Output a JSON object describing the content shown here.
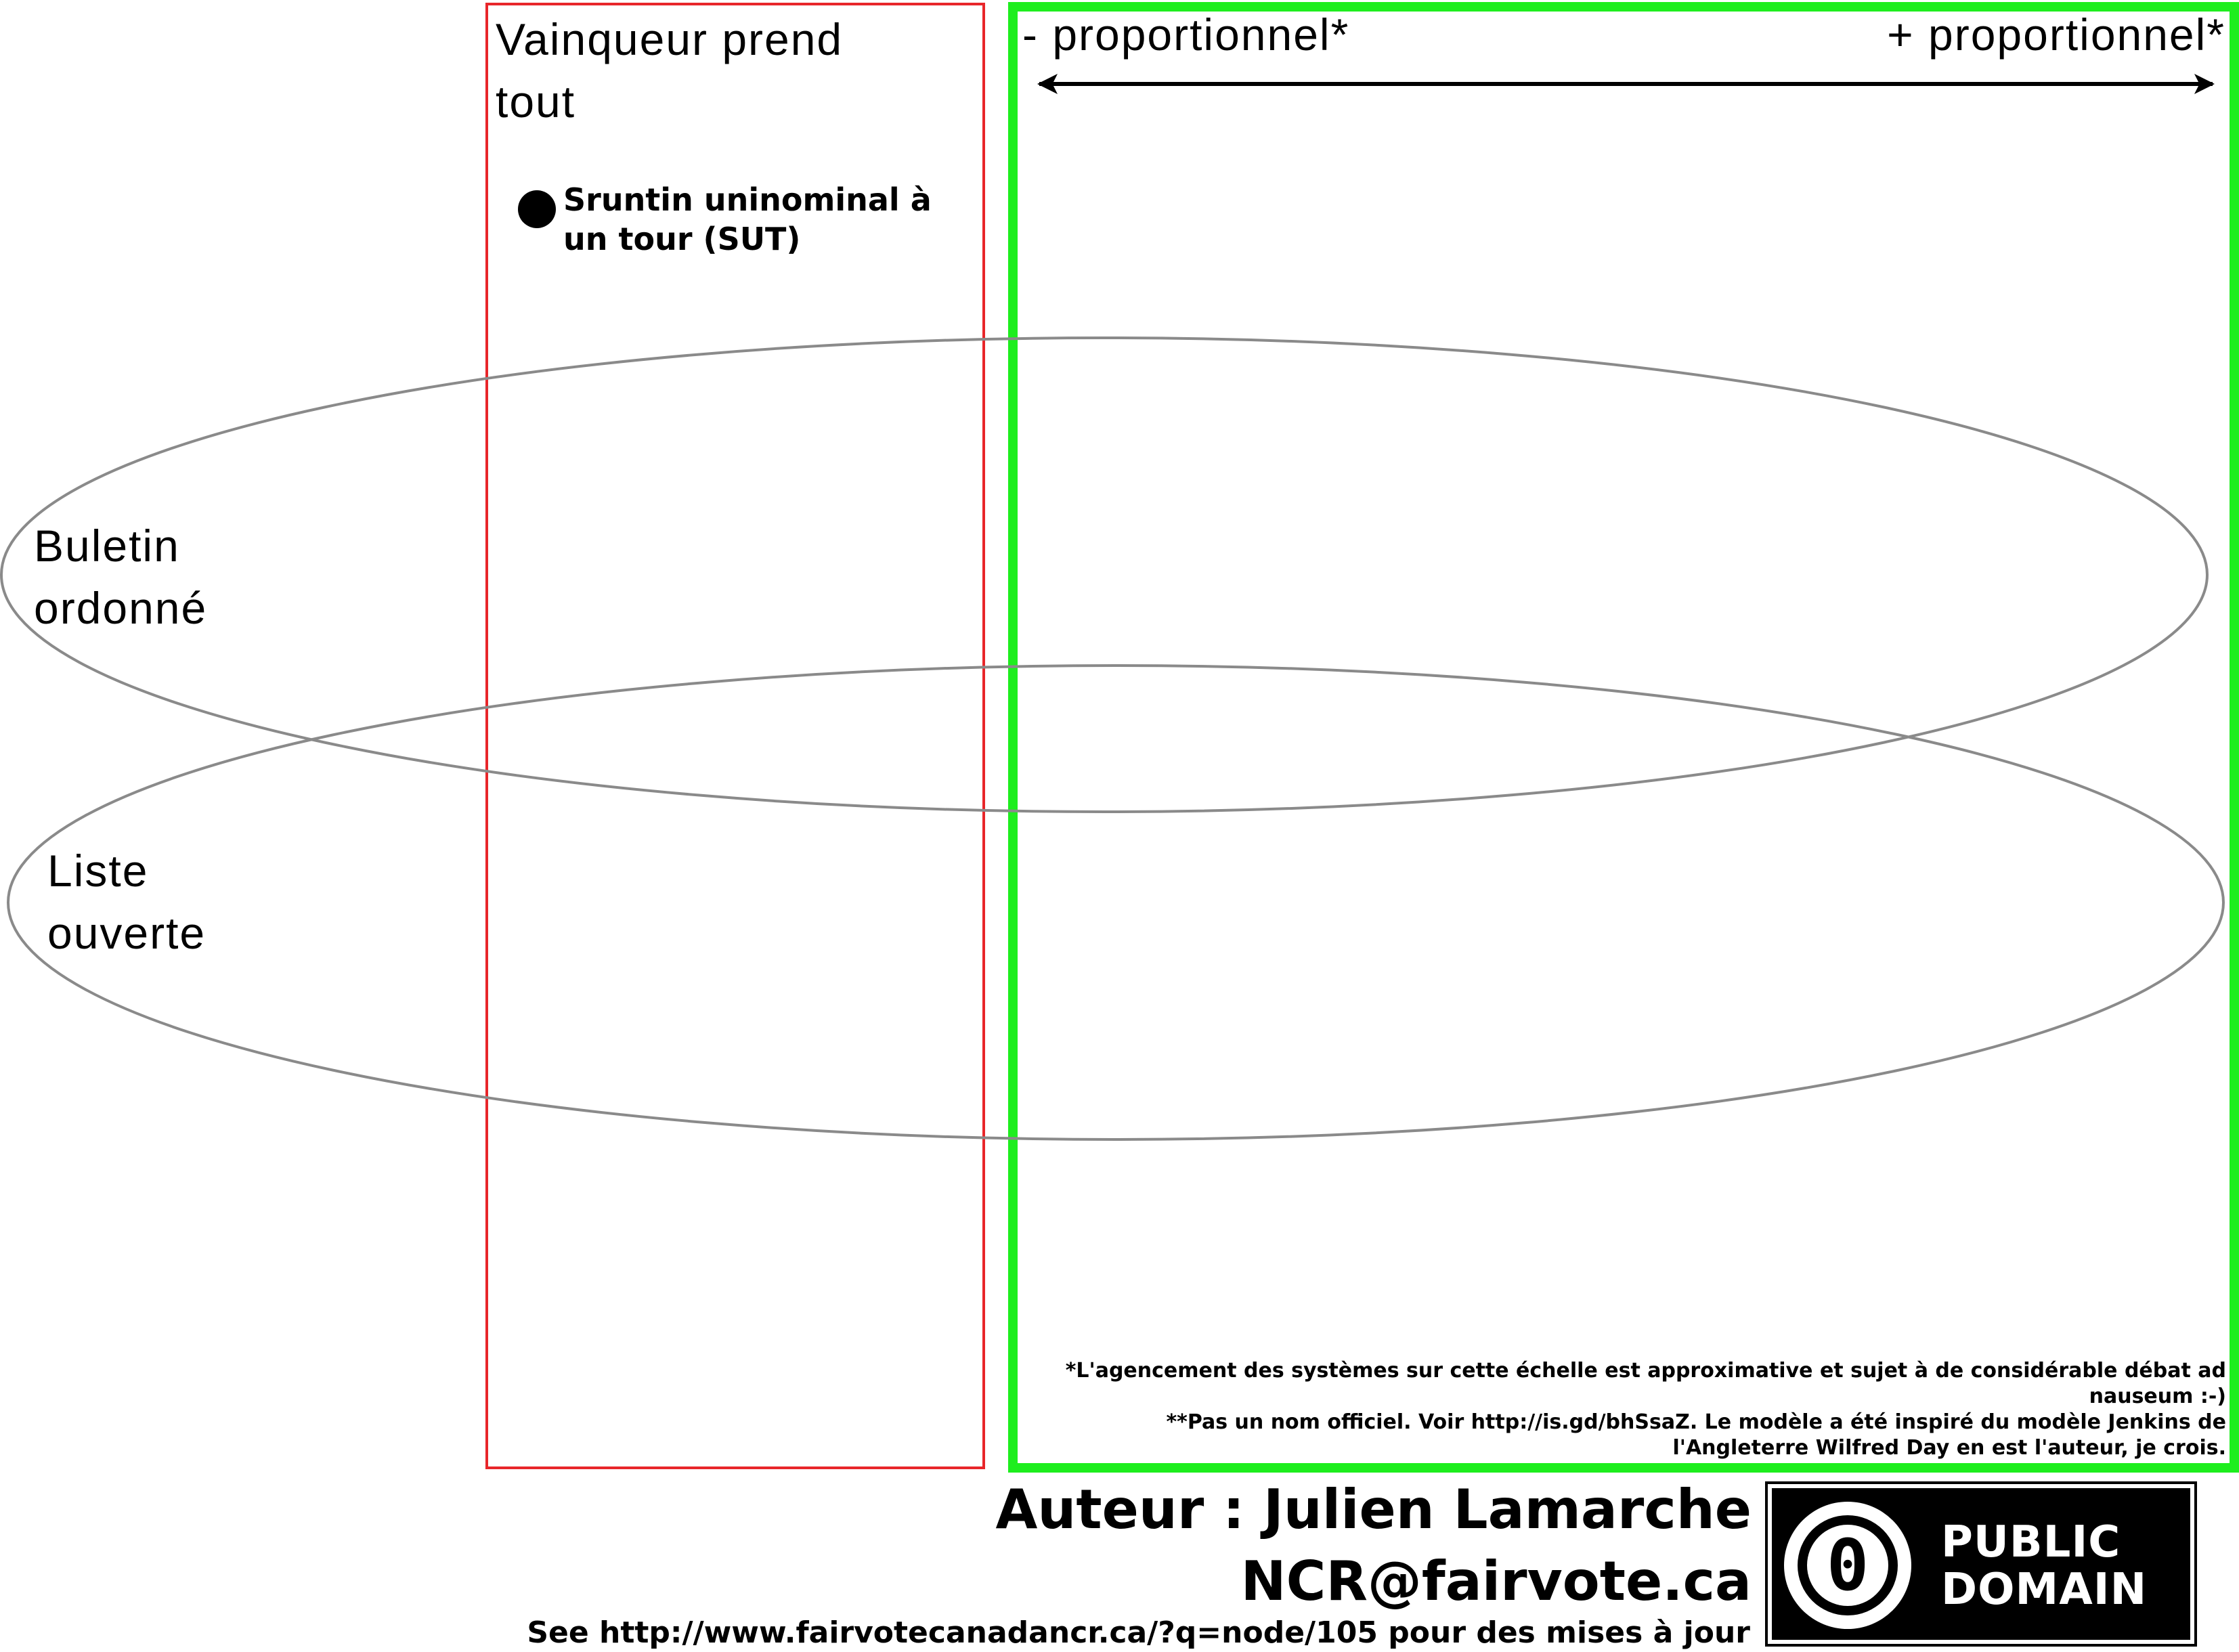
{
  "columns": {
    "winner_take_all": "Vainqueur prend tout",
    "less_proportional": "- proportionnel*",
    "more_proportional": "+ proportionnel*"
  },
  "ballot_types": {
    "ranked": "Buletin ordonné",
    "open_list": "Liste ouverte"
  },
  "systems": [
    {
      "label": "Sruntin uninominal à un tour (SUT)"
    }
  ],
  "footnotes": {
    "note1": "*L'agencement des systèmes sur cette échelle est approximative et sujet à de considérable débat ad nauseum :-)",
    "note2": "**Pas un nom officiel.  Voir http://is.gd/bhSsaZ.  Le modèle a été inspiré du modèle Jenkins de l'Angleterre Wilfred Day en est l'auteur, je crois."
  },
  "credits": {
    "author": "Auteur : Julien Lamarche",
    "email": "NCR@fairvote.ca",
    "see": "See http://www.fairvotecanadancr.ca/?q=node/105 pour des mises à jour"
  },
  "badge": {
    "symbol": "0",
    "line1": "PUBLIC",
    "line2": "DOMAIN"
  },
  "colors": {
    "winner_box": "#e8262a",
    "proportional_box": "#1eee1e",
    "ellipse": "#8a8a8a",
    "badge_bg": "#000000"
  }
}
